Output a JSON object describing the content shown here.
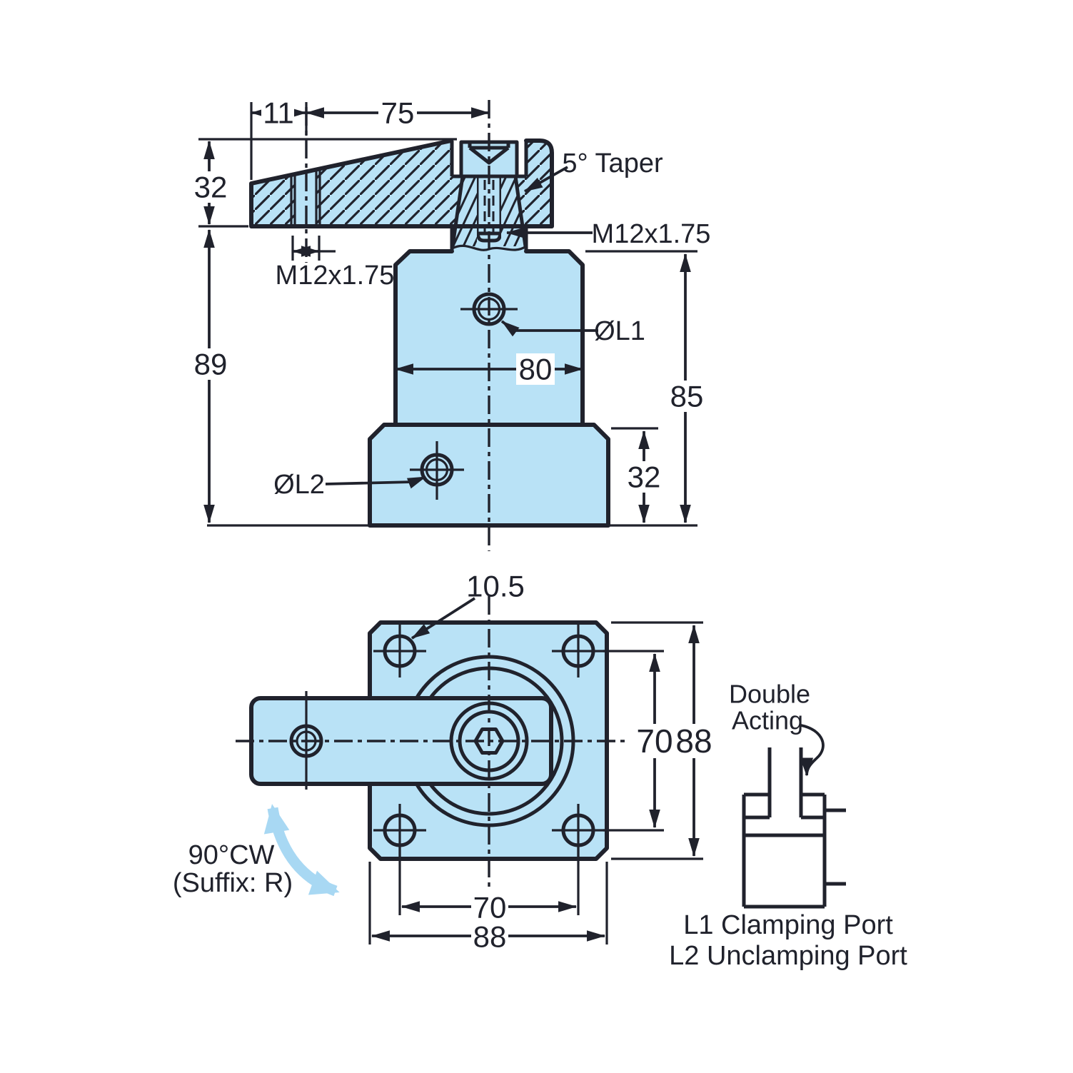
{
  "colors": {
    "body_fill": "#b9e2f6",
    "line": "#20222c",
    "highlight_arrow": "#a8d8f3",
    "background": "#ffffff"
  },
  "top_view": {
    "dims": {
      "arm_pivot_offset": "11",
      "arm_length": "75",
      "arm_thickness": "32",
      "body_height": "89",
      "body_width": "80",
      "cylinder_height": "85",
      "flange_thickness": "32"
    },
    "labels": {
      "taper": "5° Taper",
      "arm_thread": "M12x1.75",
      "stud_thread": "M12x1.75",
      "clamping_port": "ØL1",
      "unclamping_port": "ØL2"
    }
  },
  "plan_view": {
    "dims": {
      "mounting_hole": "10.5",
      "bolt_spacing_v": "70",
      "flange_size_v": "88",
      "bolt_spacing_h": "70",
      "flange_size_h": "88"
    },
    "labels": {
      "rotation": "90°CW",
      "rotation_suffix": "(Suffix: R)"
    }
  },
  "schematic": {
    "labels": {
      "type_line1": "Double",
      "type_line2": "Acting",
      "port1_desc": "L1 Clamping Port",
      "port2_desc": "L2 Unclamping Port"
    }
  }
}
